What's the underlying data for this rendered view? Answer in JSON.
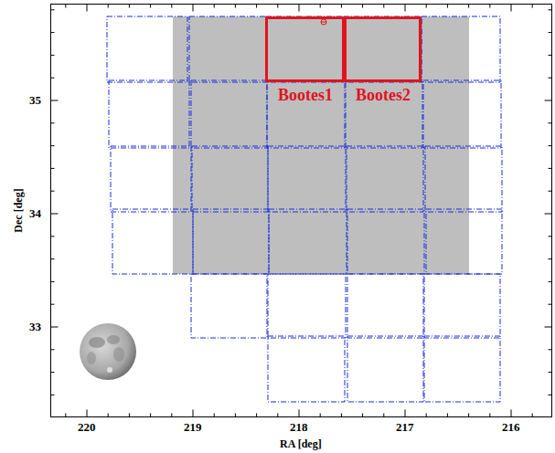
{
  "diagram": {
    "nodes": [
      {
        "text": [
          "Bootes1"
        ]
      },
      {
        "text": [
          "Bootes2"
        ]
      }
    ],
    "labels": [
      "Dec [deg]",
      "RA [deg]",
      "220",
      "219",
      "218",
      "217",
      "216",
      "33",
      "34",
      "35"
    ]
  }
}
